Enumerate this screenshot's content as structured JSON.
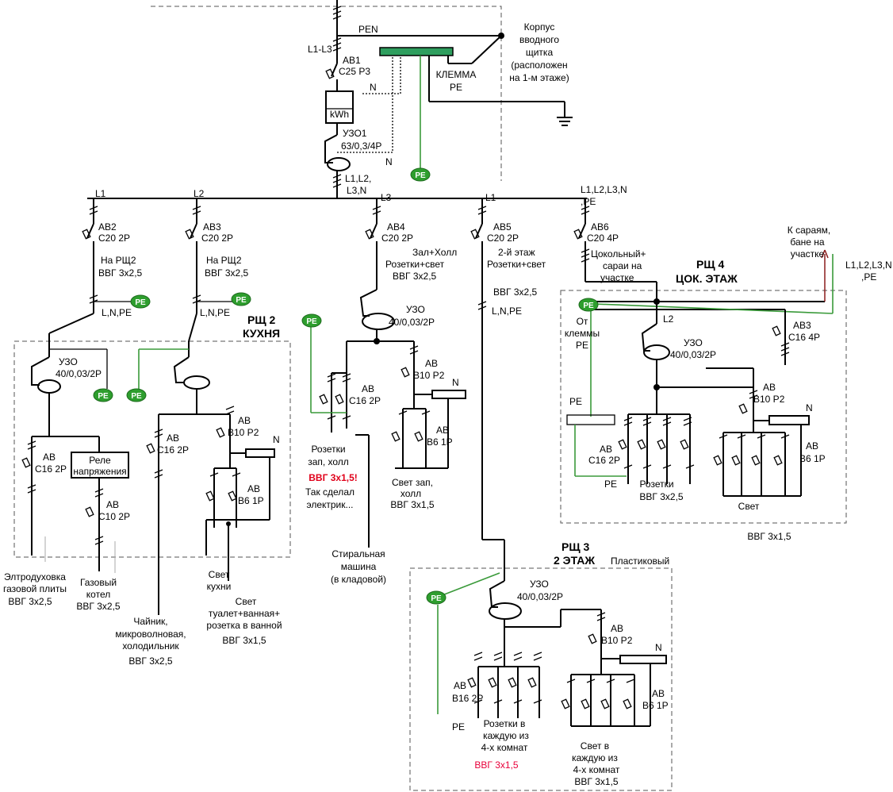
{
  "main": {
    "pen": "PEN",
    "corpus": [
      "Корпус",
      "вводного",
      "щитка",
      "(расположен",
      "на 1-м этаже)"
    ],
    "l1l3": "L1-L3",
    "ab1": [
      "АВ1",
      "C25 P3"
    ],
    "n1": "N",
    "klemma": [
      "КЛЕММА",
      "PE"
    ],
    "kwh": "kWh",
    "uzo1": [
      "УЗО1",
      "63/0,3/4P"
    ],
    "n2": "N",
    "bus_label": [
      "L1,L2,",
      "L3,N"
    ],
    "pe": "PE"
  },
  "phases": [
    "L1",
    "L2",
    "L3",
    "L1",
    "L1,L2,L3,N",
    ",PE"
  ],
  "feeders": {
    "ab2": [
      "АВ2",
      "C20 2P",
      "На РЩ2",
      "ВВГ 3х2,5"
    ],
    "ab3": [
      "АВ3",
      "C20 2P",
      "На РЩ2",
      "ВВГ 3х2,5"
    ],
    "ab4": [
      "АВ4",
      "C20 2P",
      "Зал+Холл",
      "Розетки+свет",
      "ВВГ 3х2,5"
    ],
    "ab5": [
      "АВ5",
      "C20 2P",
      "2-й этаж",
      "Розетки+свет",
      "ВВГ 3х2,5",
      "L,N,PE"
    ],
    "ab6": [
      "АВ6",
      "C20 4P",
      "Цокольный+",
      "сараи на",
      "участке"
    ],
    "lnpe": "L,N,PE"
  },
  "rsch2": {
    "title": [
      "РЩ 2",
      "КУХНЯ"
    ],
    "uzo": [
      "УЗО",
      "40/0,03/2P"
    ],
    "ab_c16": [
      "АВ",
      "C16 2P"
    ],
    "relay": [
      "Реле",
      "напряжения"
    ],
    "ab_c10": [
      "АВ",
      "C10 2P"
    ],
    "ab_c16b": [
      "АВ",
      "C16 2P"
    ],
    "ab_b10": [
      "АВ",
      "B10 P2"
    ],
    "n": "N",
    "ab_b6": [
      "АВ",
      "B6 1P"
    ],
    "oven": [
      "Элтродуховка",
      "газовой плиты",
      "ВВГ 3х2,5"
    ],
    "boiler": [
      "Газовый",
      "котел",
      "ВВГ 3х2,5"
    ],
    "kettle": [
      "Чайник,",
      "микроволновая,",
      "холодильник",
      "ВВГ 3х2,5"
    ],
    "light_kitchen": [
      "Свет",
      "кухни"
    ],
    "light_wc": [
      "Свет",
      "туалет+ванная+",
      "розетка в ванной",
      "ВВГ 3х1,5"
    ]
  },
  "hall": {
    "uzo": [
      "УЗО",
      "40/0,03/2P"
    ],
    "ab_c16": [
      "АВ",
      "C16 2P"
    ],
    "ab_b10": [
      "АВ",
      "B10 P2"
    ],
    "n": "N",
    "ab_b6": [
      "АВ",
      "B6 1P"
    ],
    "sockets": [
      "Розетки",
      "зап, холл"
    ],
    "cable_warn": "ВВГ 3х1,5!",
    "note": [
      "Так сделал",
      "электрик..."
    ],
    "washer": [
      "Стиральная",
      "машина",
      "(в кладовой)"
    ],
    "light": [
      "Свет зап,",
      "холл",
      "ВВГ 3х1,5"
    ]
  },
  "rsch3": {
    "title": [
      "РЩ 3",
      "2 ЭТАЖ"
    ],
    "plastic": "Пластиковый",
    "uzo": [
      "УЗО",
      "40/0,03/2P"
    ],
    "ab_b10": [
      "АВ",
      "B10 P2"
    ],
    "n": "N",
    "ab_b16": [
      "АВ",
      "B16 2P"
    ],
    "ab_b6": [
      "АВ",
      "B6 1P"
    ],
    "pe": "PE",
    "sockets": [
      "Розетки в",
      "каждую из",
      "4-х комнат"
    ],
    "sockets_cable": "ВВГ 3х1,5",
    "light": [
      "Свет в",
      "каждую из",
      "4-х комнат",
      "ВВГ 3х1,5"
    ]
  },
  "rsch4": {
    "title": [
      "РЩ 4",
      "ЦОК. ЭТАЖ"
    ],
    "to_barns": [
      "К сараям,",
      "бане на",
      "участке"
    ],
    "l_all": [
      "L1,L2,L3,N",
      ",PE"
    ],
    "from_klemma": [
      "От",
      "клеммы",
      "PE"
    ],
    "l2": "L2",
    "ab3": [
      "АВ3",
      "C16 4P"
    ],
    "uzo": [
      "УЗО",
      "40/0,03/2P"
    ],
    "ab_b10": [
      "АВ",
      "B10 P2"
    ],
    "n": "N",
    "pe": "PE",
    "pe2": "PE",
    "ab_c16": [
      "АВ",
      "C16 2P"
    ],
    "ab_b6": [
      "АВ",
      "B6 1P"
    ],
    "sockets": [
      "Розетки",
      "ВВГ 3х2,5"
    ],
    "light": "Свет",
    "cable": "ВВГ 3х1,5"
  }
}
